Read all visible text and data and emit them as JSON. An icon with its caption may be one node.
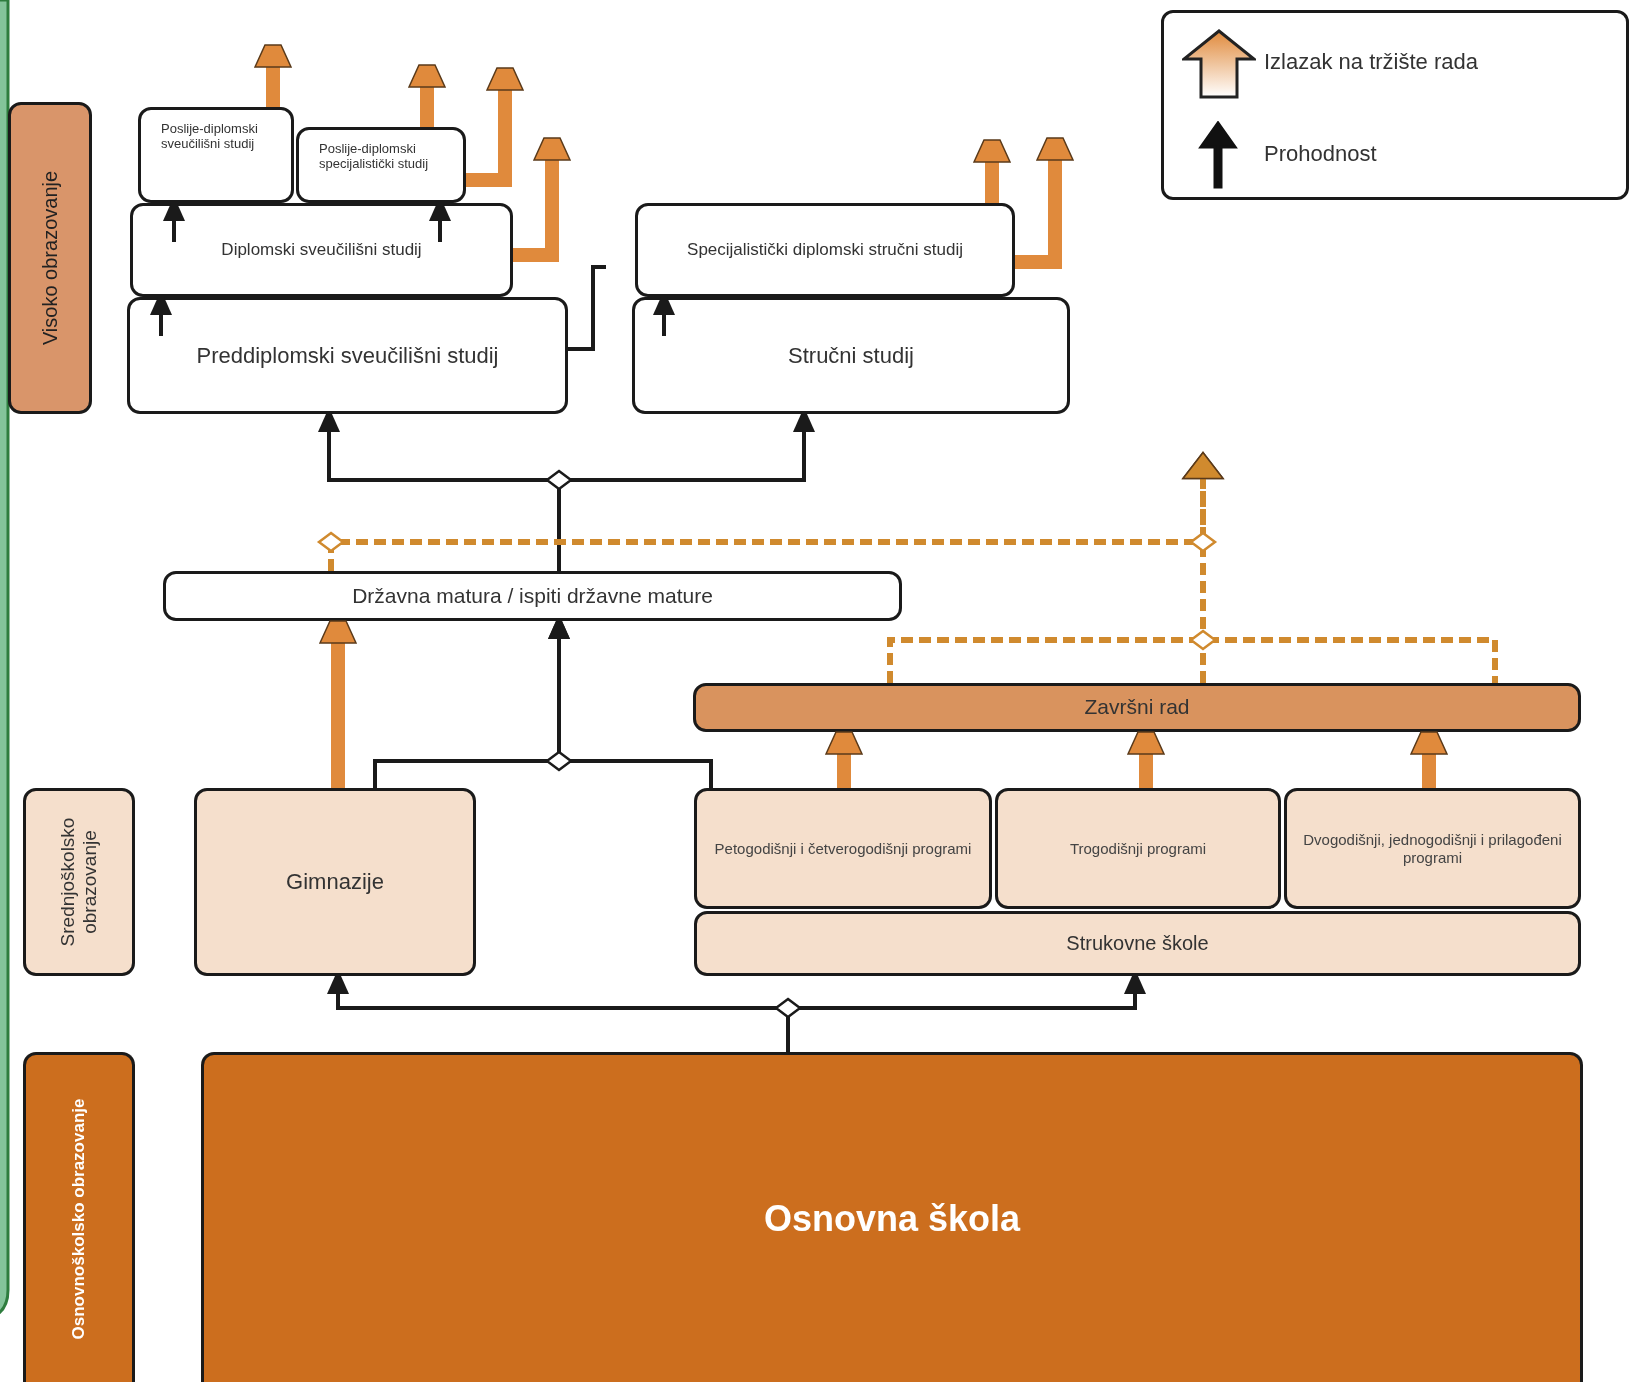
{
  "diagram": {
    "nodes": [
      {
        "text": [
          "Visoko obrazovanje"
        ]
      },
      {
        "text": [
          "Poslije-diplomski sveučilišni studij"
        ]
      },
      {
        "text": [
          "Poslije-diplomski specijalistički studij"
        ]
      },
      {
        "text": [
          "Diplomski sveučilišni studij"
        ]
      },
      {
        "text": [
          "Preddiplomski sveučilišni studij"
        ]
      },
      {
        "text": [
          "Specijalistički diplomski stručni studij"
        ]
      },
      {
        "text": [
          "Stručni studij"
        ]
      },
      {
        "text": [
          "Državna matura / ispiti državne mature"
        ]
      },
      {
        "text": [
          "Završni rad"
        ]
      },
      {
        "text": [
          "Srednjoškolsko obrazovanje"
        ]
      },
      {
        "text": [
          "Gimnazije"
        ]
      },
      {
        "text": [
          "Petogodišnji i četverogodišnji programi"
        ]
      },
      {
        "text": [
          "Trogodišnji programi"
        ]
      },
      {
        "text": [
          "Dvogodišnji, jednogodišnji i prilagođeni programi"
        ]
      },
      {
        "text": [
          "Strukovne škole"
        ]
      },
      {
        "text": [
          "Osnovnoškolsko obrazovanje"
        ]
      },
      {
        "text": [
          "Osnovna škola"
        ]
      }
    ],
    "edges": [
      {
        "from": 4,
        "to": 3,
        "arrow": "to"
      },
      {
        "from": 3,
        "to": 1,
        "arrow": "to"
      },
      {
        "from": 3,
        "to": 2,
        "arrow": "to"
      },
      {
        "from": 6,
        "to": 5,
        "arrow": "to"
      },
      {
        "from": 4,
        "to": null,
        "arrow": "none"
      },
      {
        "from": 1,
        "to": null,
        "arrow": "to",
        "style": "thick",
        "color": "#e08a3c"
      },
      {
        "from": 2,
        "to": null,
        "arrow": "to",
        "style": "thick",
        "color": "#e08a3c"
      },
      {
        "from": 2,
        "to": null,
        "arrow": "to",
        "style": "thick",
        "color": "#e08a3c"
      },
      {
        "from": 3,
        "to": null,
        "arrow": "to",
        "style": "thick",
        "color": "#e08a3c"
      },
      {
        "from": 5,
        "to": null,
        "arrow": "to",
        "style": "thick",
        "color": "#e08a3c"
      },
      {
        "from": 5,
        "to": null,
        "arrow": "to",
        "style": "thick",
        "color": "#e08a3c"
      },
      {
        "from": 7,
        "to": 4,
        "arrow": "to"
      },
      {
        "from": 7,
        "to": 6,
        "arrow": "to"
      },
      {
        "from": 7,
        "to": null,
        "arrow": "to",
        "style": "dashed",
        "color": "#d08a2e"
      },
      {
        "from": 8,
        "to": null,
        "arrow": "to",
        "style": "dashed",
        "color": "#d08a2e"
      },
      {
        "from": 10,
        "to": 7,
        "arrow": "to",
        "style": "thick",
        "color": "#e08a3c"
      },
      {
        "from": 10,
        "to": 7,
        "arrow": "to"
      },
      {
        "from": 11,
        "to": 7,
        "arrow": "to"
      },
      {
        "from": 11,
        "to": 8,
        "arrow": "to",
        "style": "thick",
        "color": "#e08a3c"
      },
      {
        "from": 12,
        "to": 8,
        "arrow": "to",
        "style": "thick",
        "color": "#e08a3c"
      },
      {
        "from": 13,
        "to": 8,
        "arrow": "to",
        "style": "thick",
        "color": "#e08a3c"
      },
      {
        "from": 16,
        "to": 10,
        "arrow": "to"
      },
      {
        "from": 16,
        "to": 14,
        "arrow": "to"
      }
    ],
    "legend": [
      {
        "text": "Izlazak na tržište rada"
      },
      {
        "text": "Prohodnost"
      }
    ]
  }
}
